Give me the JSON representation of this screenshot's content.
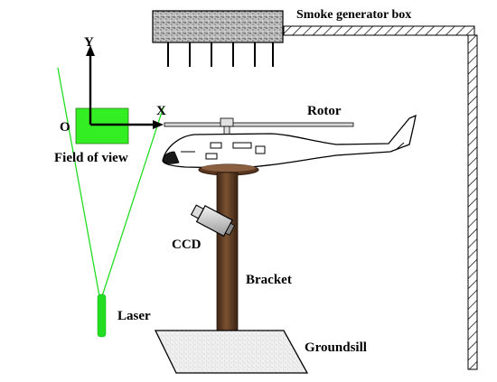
{
  "labels": {
    "smoke_box": "Smoke generator box",
    "rotor": "Rotor",
    "field_of_view": "Field of view",
    "ccd": "CCD",
    "bracket": "Bracket",
    "laser": "Laser",
    "groundsill": "Groundsill",
    "axis_x": "X",
    "axis_y": "Y",
    "origin": "O"
  },
  "colors": {
    "laser_green": "#22dd22",
    "field_green": "#33ee22",
    "bracket_brown": "#5a3620",
    "bracket_light": "#8a6040",
    "helicopter_fill": "#ffffff",
    "hatch": "#000000"
  }
}
